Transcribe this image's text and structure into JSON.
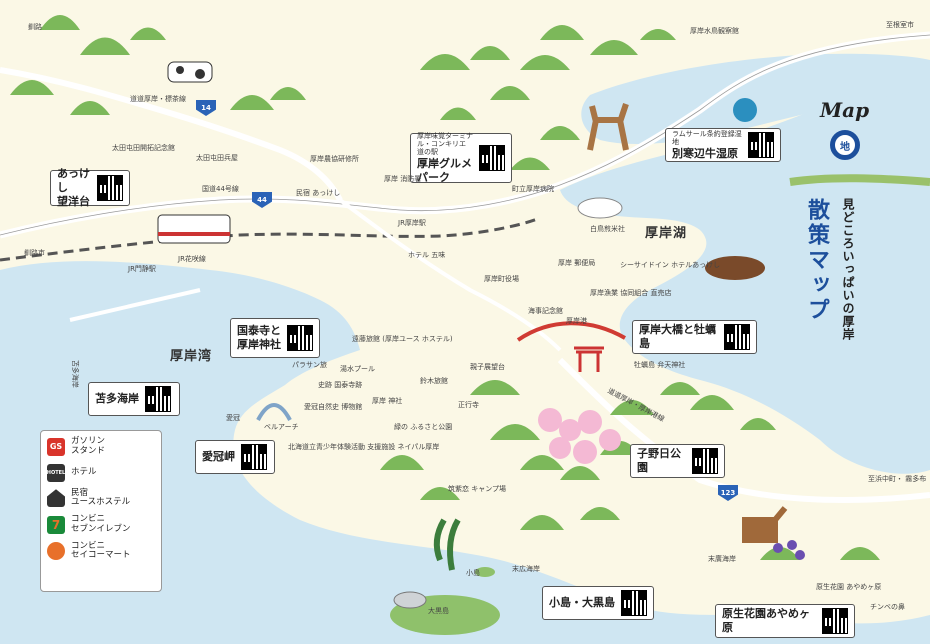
{
  "title": {
    "map_word": "Map",
    "pin_char": "地",
    "main": "散策マップ",
    "sub": "見どころいっぱいの厚岸"
  },
  "water": {
    "bay": "厚岸湾",
    "lake": "厚岸湖"
  },
  "spots": [
    {
      "id": "akkeshi-bosendai",
      "name": "あっけし\n望洋台",
      "sub": ""
    },
    {
      "id": "gourmet-park",
      "sub": "厚岸味覚ターミナル・コンキリエ\n道の駅",
      "name": "厚岸グルメ\nパーク"
    },
    {
      "id": "betsukan",
      "sub": "ラムサール条約登録湿地",
      "name": "別寒辺牛湿原"
    },
    {
      "id": "kokutaiji",
      "name": "国泰寺と\n厚岸神社",
      "sub": ""
    },
    {
      "id": "ohashi",
      "name": "厚岸大橋と牡蠣島",
      "sub": ""
    },
    {
      "id": "kotamisaki",
      "name": "苫多海岸",
      "sub": ""
    },
    {
      "id": "aikappu",
      "name": "愛冠岬",
      "sub": ""
    },
    {
      "id": "konohi",
      "name": "子野日公園",
      "sub": ""
    },
    {
      "id": "kojima",
      "name": "小島・大黒島",
      "sub": ""
    },
    {
      "id": "ayame",
      "name": "原生花園あやめヶ原",
      "sub": ""
    }
  ],
  "legend": [
    {
      "icon": "gas-station-icon",
      "label": "ガソリン\nスタンド",
      "icon_text": "GS",
      "color": "#d9342b"
    },
    {
      "icon": "hotel-icon",
      "label": "ホテル",
      "icon_text": "HOTEL",
      "color": "#333333"
    },
    {
      "icon": "minshuku-icon",
      "label": "民宿\nユースホステル",
      "icon_text": "",
      "color": "#333333"
    },
    {
      "icon": "seven-eleven-icon",
      "label": "コンビニ\nセブンイレブン",
      "icon_text": "7",
      "color": "#1a8a3a"
    },
    {
      "icon": "seicomart-icon",
      "label": "コンビニ\nセイコーマート",
      "icon_text": "",
      "color": "#e8702a"
    }
  ],
  "routes": [
    {
      "id": "r14",
      "num": "14"
    },
    {
      "id": "r44",
      "num": "44"
    },
    {
      "id": "r123",
      "num": "123"
    }
  ],
  "labels": [
    {
      "id": "kushiro-top",
      "text": "釧路"
    },
    {
      "id": "kushiro-left",
      "text": "釧路市"
    },
    {
      "id": "nemuro",
      "text": "至根室市"
    },
    {
      "id": "hamanaka",
      "text": "至浜中町・\n霧多布"
    },
    {
      "id": "michi-taiyo",
      "text": "道道厚岸・標茶線"
    },
    {
      "id": "ota-kinenkan",
      "text": "太田屯田開拓記念館"
    },
    {
      "id": "ota-heisha",
      "text": "太田屯田兵屋"
    },
    {
      "id": "route44",
      "text": "国道44号線"
    },
    {
      "id": "kumiai",
      "text": "厚岸農協研修所"
    },
    {
      "id": "sansho",
      "text": "厚岸水鳥観察館"
    },
    {
      "id": "akkeshi-minshuku",
      "text": "民宿\nあっけし"
    },
    {
      "id": "shobo",
      "text": "厚岸\n消防署"
    },
    {
      "id": "kankou",
      "text": "町立厚岸病院"
    },
    {
      "id": "jr-akkeshi",
      "text": "JR厚岸駅"
    },
    {
      "id": "hotel-goyo",
      "text": "ホテル\n五味"
    },
    {
      "id": "jr-monshizu",
      "text": "JR門静駅"
    },
    {
      "id": "jr-kaika",
      "text": "JR花咲線"
    },
    {
      "id": "kaiji",
      "text": "海事記念館"
    },
    {
      "id": "sealine",
      "text": "シーサイドイン\nホテルあっけし"
    },
    {
      "id": "yakuba",
      "text": "厚岸町役場"
    },
    {
      "id": "yubin",
      "text": "厚岸\n郵便局"
    },
    {
      "id": "shirotori",
      "text": "白鳥煎米社"
    },
    {
      "id": "gyokyo",
      "text": "厚岸漁業\n協同組合\n直売店"
    },
    {
      "id": "shiokaze",
      "text": "道道厚岸・厚岸港線"
    },
    {
      "id": "ohashi-shrine",
      "text": "牡蠣島 弁天神社"
    },
    {
      "id": "kokutai-jinja",
      "text": "厚岸\n神社"
    },
    {
      "id": "shoganji",
      "text": "正行寺"
    },
    {
      "id": "haku-kyoukai",
      "text": "遠藤旅館\n(厚岸ユース\nホステル)"
    },
    {
      "id": "yuyu",
      "text": "湯水プール"
    },
    {
      "id": "suzuki",
      "text": "鈴木旅館"
    },
    {
      "id": "bairu",
      "text": "パラサン旅"
    },
    {
      "id": "shiseki",
      "text": "史跡\n国泰寺跡"
    },
    {
      "id": "aikappu-lbl",
      "text": "愛冠"
    },
    {
      "id": "bell",
      "text": "ベルアーチ"
    },
    {
      "id": "shiryokan",
      "text": "愛冠自然史\n博物館"
    },
    {
      "id": "shonen",
      "text": "北海道立青少年体験活動\n支援施設 ネイパル厚岸"
    },
    {
      "id": "midori",
      "text": "緑の\nふるさと公園"
    },
    {
      "id": "camp",
      "text": "筑紫恋\nキャンプ場"
    },
    {
      "id": "tomitaka",
      "text": "苫多海岸"
    },
    {
      "id": "kojima-lbl",
      "text": "小島"
    },
    {
      "id": "daikoku-lbl",
      "text": "大黒島"
    },
    {
      "id": "suehiro",
      "text": "末広海岸"
    },
    {
      "id": "sueyoshi",
      "text": "末廣海岸"
    },
    {
      "id": "chinbe",
      "text": "チンベの鼻"
    },
    {
      "id": "genseikaen",
      "text": "原生花園\nあやめヶ原"
    },
    {
      "id": "oyako",
      "text": "親子展望台"
    },
    {
      "id": "tokachi-lbl",
      "text": "厚岸港"
    }
  ]
}
